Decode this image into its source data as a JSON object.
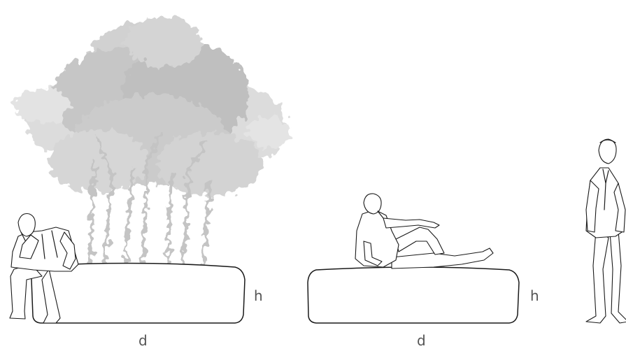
{
  "labels": {
    "bench_left_height": "h",
    "bench_left_depth": "d",
    "bench_right_height": "h",
    "bench_right_depth": "d"
  },
  "colors": {
    "line": "#1a1a1a",
    "label": "#555555",
    "tree_light": "#d0d0d0",
    "tree_mid": "#bcbcbc",
    "tree_dark": "#a8a8a8",
    "trunk": "#c8c8c8"
  }
}
